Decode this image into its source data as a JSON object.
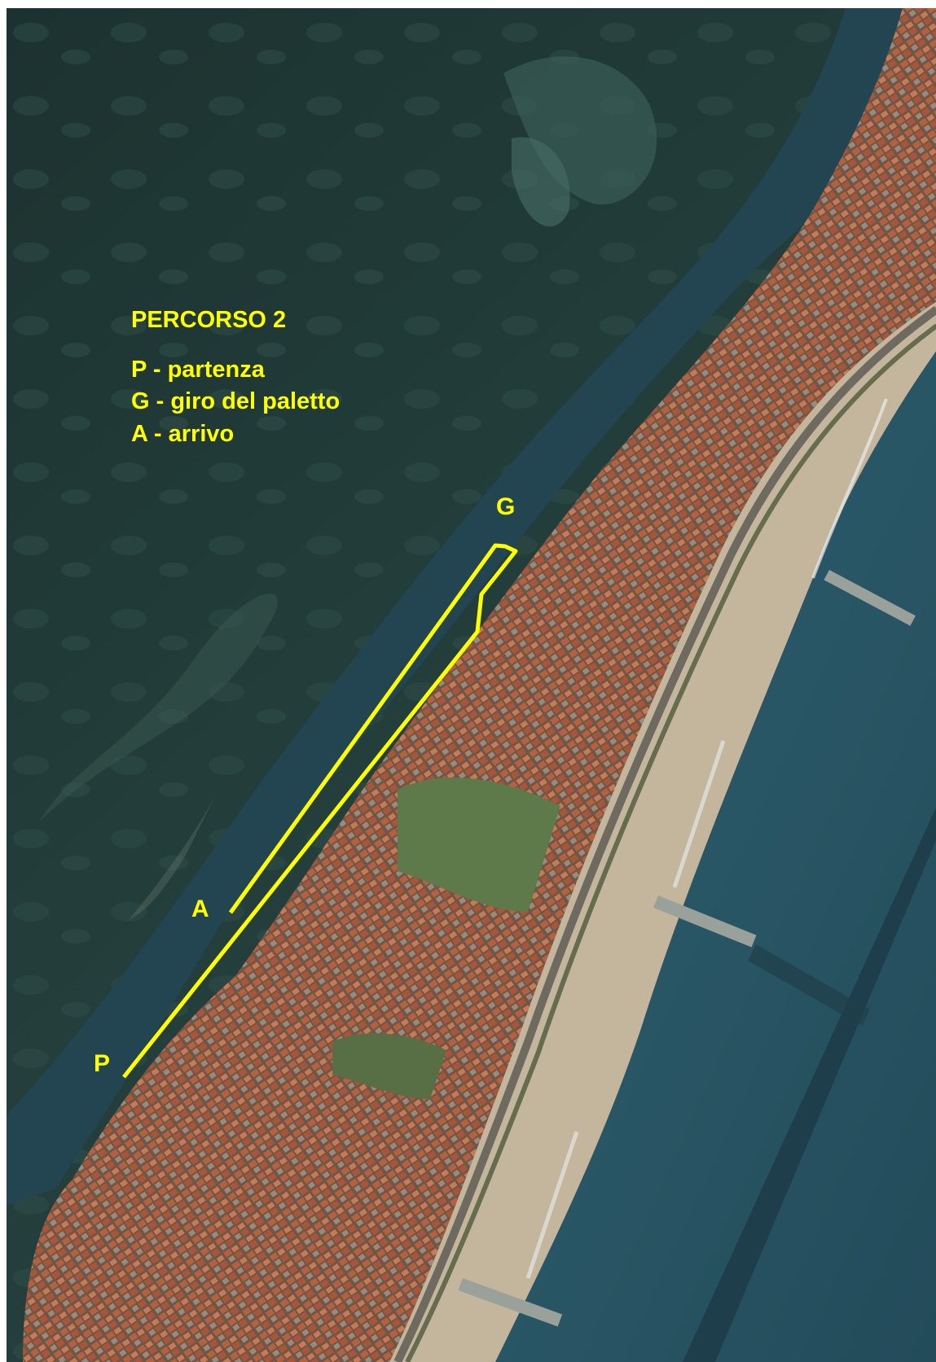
{
  "legend": {
    "title": "PERCORSO 2",
    "items": [
      {
        "key": "P",
        "text": "P - partenza"
      },
      {
        "key": "G",
        "text": "G - giro del paletto"
      },
      {
        "key": "A",
        "text": "A - arrivo"
      }
    ]
  },
  "markers": {
    "start": "P",
    "turn": "G",
    "finish": "A"
  },
  "colors": {
    "route": "#ffff00",
    "lagoon": "#1f3a38",
    "channel": "#244650",
    "sea": "#2c5566",
    "beach": "#c9bba1",
    "town": "#8a5a40"
  }
}
